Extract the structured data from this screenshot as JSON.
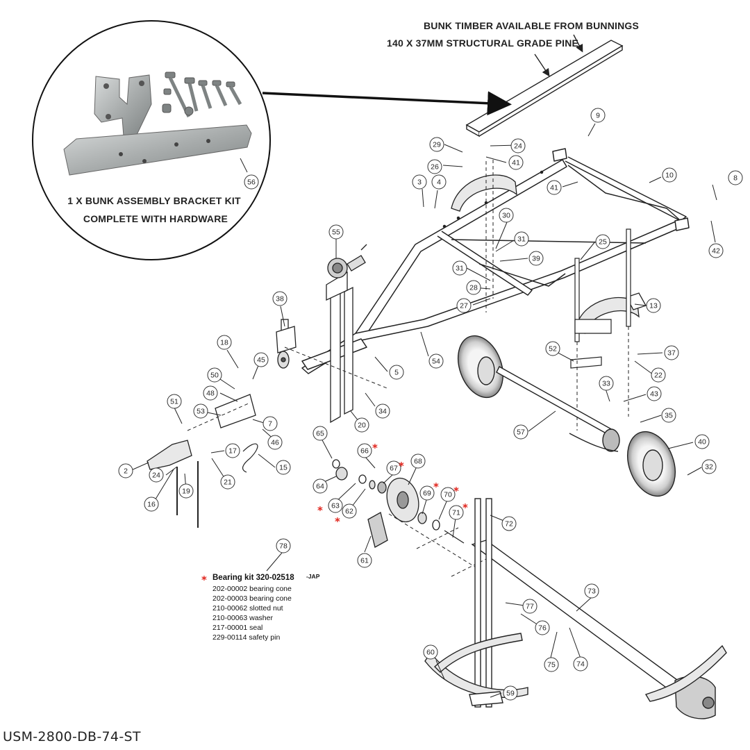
{
  "annotation": {
    "line1": "BUNK TIMBER AVAILABLE FROM BUNNINGS",
    "line2": "140 X 37MM STRUCTURAL GRADE PINE"
  },
  "inset": {
    "caption_line1": "1 X BUNK ASSEMBLY BRACKET KIT",
    "caption_line2": "COMPLETE WITH HARDWARE",
    "part": "56"
  },
  "bearing_kit": {
    "callout": "78",
    "title": "Bearing kit 320-02518",
    "suffix": "-JAP",
    "items": [
      "202-00002 bearing cone",
      "202-00003 bearing cone",
      "210-00062 slotted nut",
      "210-00063 washer",
      "217-00001 seal",
      "229-00114 safety pin"
    ]
  },
  "callouts": [
    "2",
    "3",
    "4",
    "5",
    "7",
    "8",
    "9",
    "10",
    "13",
    "15",
    "16",
    "17",
    "18",
    "19",
    "20",
    "21",
    "22",
    "24",
    "24b",
    "25",
    "26",
    "27",
    "28",
    "29",
    "30",
    "31",
    "31b",
    "32",
    "33",
    "34",
    "35",
    "37",
    "38",
    "39",
    "40",
    "41",
    "41b",
    "42",
    "43",
    "45",
    "46",
    "48",
    "50",
    "51",
    "52",
    "53",
    "54",
    "55",
    "57",
    "59",
    "60",
    "61",
    "62",
    "63",
    "64",
    "65",
    "66",
    "67",
    "68",
    "69",
    "70",
    "71",
    "72",
    "73",
    "74",
    "75",
    "76",
    "77"
  ],
  "callout_labels": {
    "2": "2",
    "3": "3",
    "4": "4",
    "5": "5",
    "7": "7",
    "8": "8",
    "9": "9",
    "10": "10",
    "13": "13",
    "15": "15",
    "16": "16",
    "17": "17",
    "18": "18",
    "19": "19",
    "20": "20",
    "21": "21",
    "22": "22",
    "24": "24",
    "24b": "24",
    "25": "25",
    "26": "26",
    "27": "27",
    "28": "28",
    "29": "29",
    "30": "30",
    "31": "31",
    "31b": "31",
    "32": "32",
    "33": "33",
    "34": "34",
    "35": "35",
    "37": "37",
    "38": "38",
    "39": "39",
    "40": "40",
    "41": "41",
    "41b": "41",
    "42": "42",
    "43": "43",
    "45": "45",
    "46": "46",
    "48": "48",
    "50": "50",
    "51": "51",
    "52": "52",
    "53": "53",
    "54": "54",
    "55": "55",
    "57": "57",
    "59": "59",
    "60": "60",
    "61": "61",
    "62": "62",
    "63": "63",
    "64": "64",
    "65": "65",
    "66": "66",
    "67": "67",
    "68": "68",
    "69": "69",
    "70": "70",
    "71": "71",
    "72": "72",
    "73": "73",
    "74": "74",
    "75": "75",
    "76": "76",
    "77": "77"
  },
  "model_code": "USM-2800-DB-74-ST",
  "colors": {
    "line": "#222222",
    "accent_star": "#e0231b",
    "metal": "#b9bcbc"
  }
}
